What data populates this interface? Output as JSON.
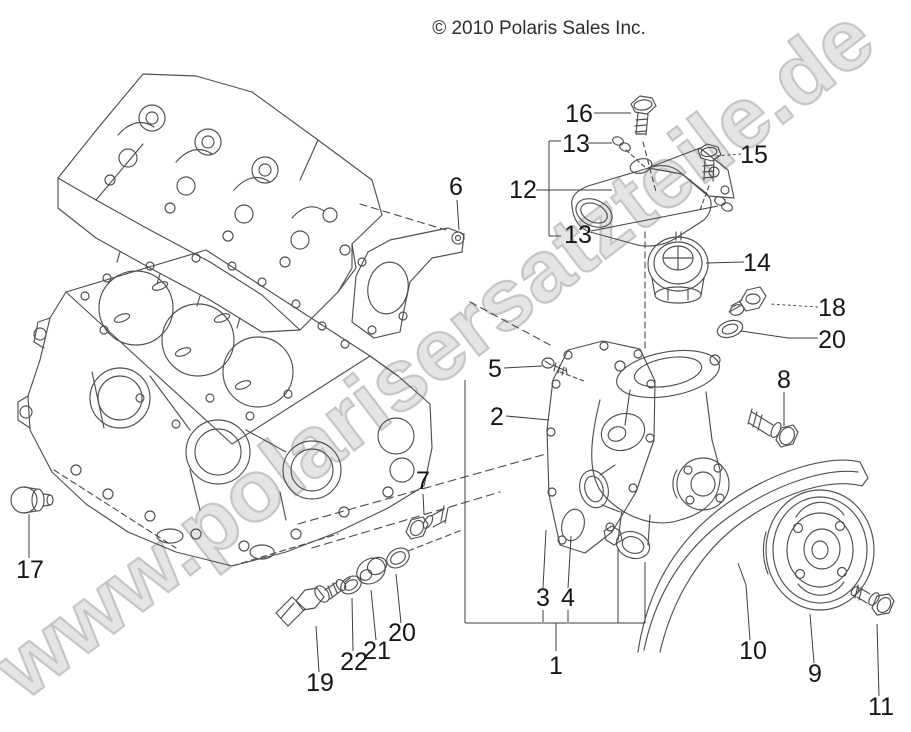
{
  "header": {
    "copyright": "© 2010 Polaris Sales Inc."
  },
  "watermark": {
    "text": "www.polarisersatzteile.de"
  },
  "colors": {
    "background": "#ffffff",
    "line_art": "#4f4f4f",
    "callout_text": "#161616",
    "copyright_text": "#2e2e2e",
    "watermark_fill": "#e4e4e4",
    "watermark_outline": "#c6c6c6"
  },
  "callouts": [
    {
      "label": "16"
    },
    {
      "label": "13"
    },
    {
      "label": "15"
    },
    {
      "label": "12"
    },
    {
      "label": "13"
    },
    {
      "label": "14"
    },
    {
      "label": "18"
    },
    {
      "label": "20"
    },
    {
      "label": "6"
    },
    {
      "label": "5"
    },
    {
      "label": "2"
    },
    {
      "label": "8"
    },
    {
      "label": "7"
    },
    {
      "label": "17"
    },
    {
      "label": "19"
    },
    {
      "label": "22"
    },
    {
      "label": "21"
    },
    {
      "label": "20"
    },
    {
      "label": "3"
    },
    {
      "label": "4"
    },
    {
      "label": "1"
    },
    {
      "label": "10"
    },
    {
      "label": "9"
    },
    {
      "label": "11"
    }
  ]
}
